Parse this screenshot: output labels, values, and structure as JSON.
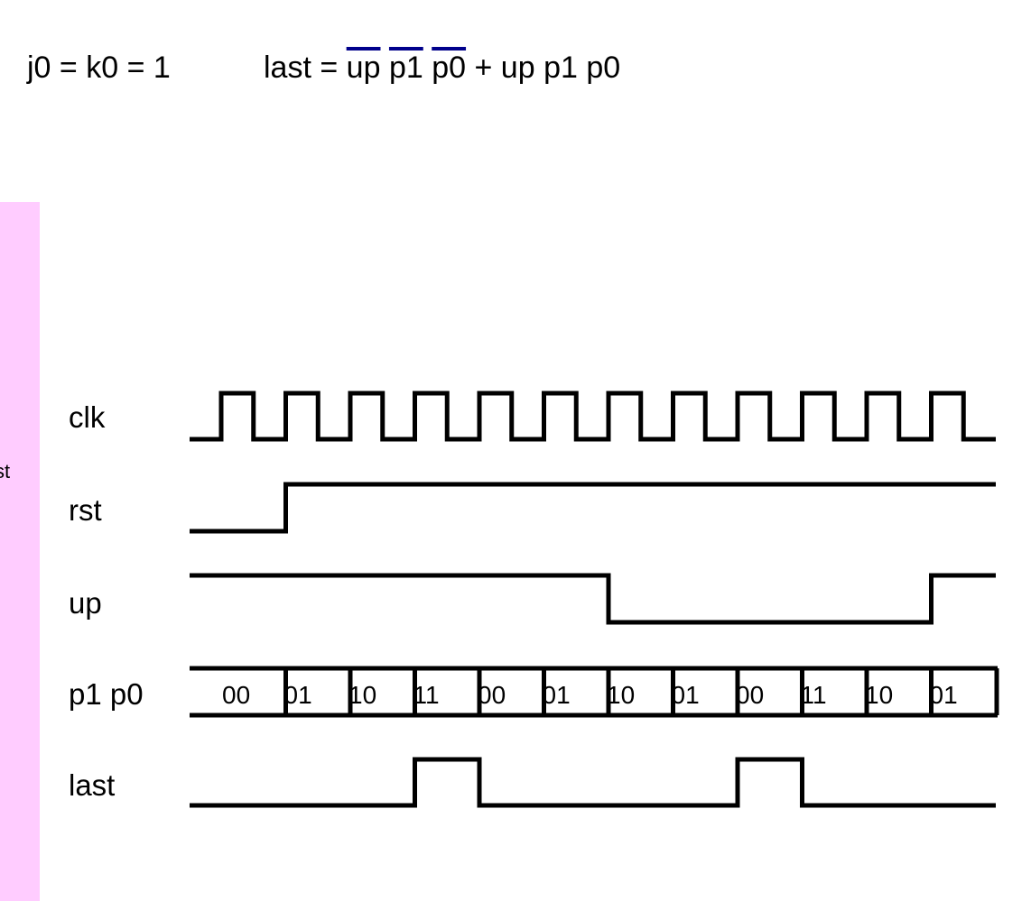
{
  "equations": {
    "jk": "j0 = k0 = 1",
    "last_lhs": "last = ",
    "t1_a": "up",
    "t1_b": "p1",
    "t1_c": "p0",
    "last_rhs": " + up p1 p0"
  },
  "panel": {
    "text": "st"
  },
  "signals": [
    {
      "name": "clk"
    },
    {
      "name": "rst"
    },
    {
      "name": "up"
    },
    {
      "name": "p1 p0"
    },
    {
      "name": "last"
    }
  ],
  "timing": {
    "clock_cycles": 12,
    "rst_high_from_cycle": 1,
    "up_levels": [
      1,
      1,
      1,
      1,
      1,
      1,
      0,
      0,
      0,
      0,
      0,
      1
    ],
    "last_levels": [
      0,
      0,
      0,
      1,
      0,
      0,
      0,
      0,
      1,
      0,
      0,
      0
    ],
    "bus_values": [
      "00",
      "01",
      "10",
      "11",
      "00",
      "01",
      "10",
      "01",
      "00",
      "11",
      "10",
      "01"
    ]
  },
  "colors": {
    "panel": "#ffccff",
    "overbar": "#00008b",
    "wave": "#000000"
  }
}
